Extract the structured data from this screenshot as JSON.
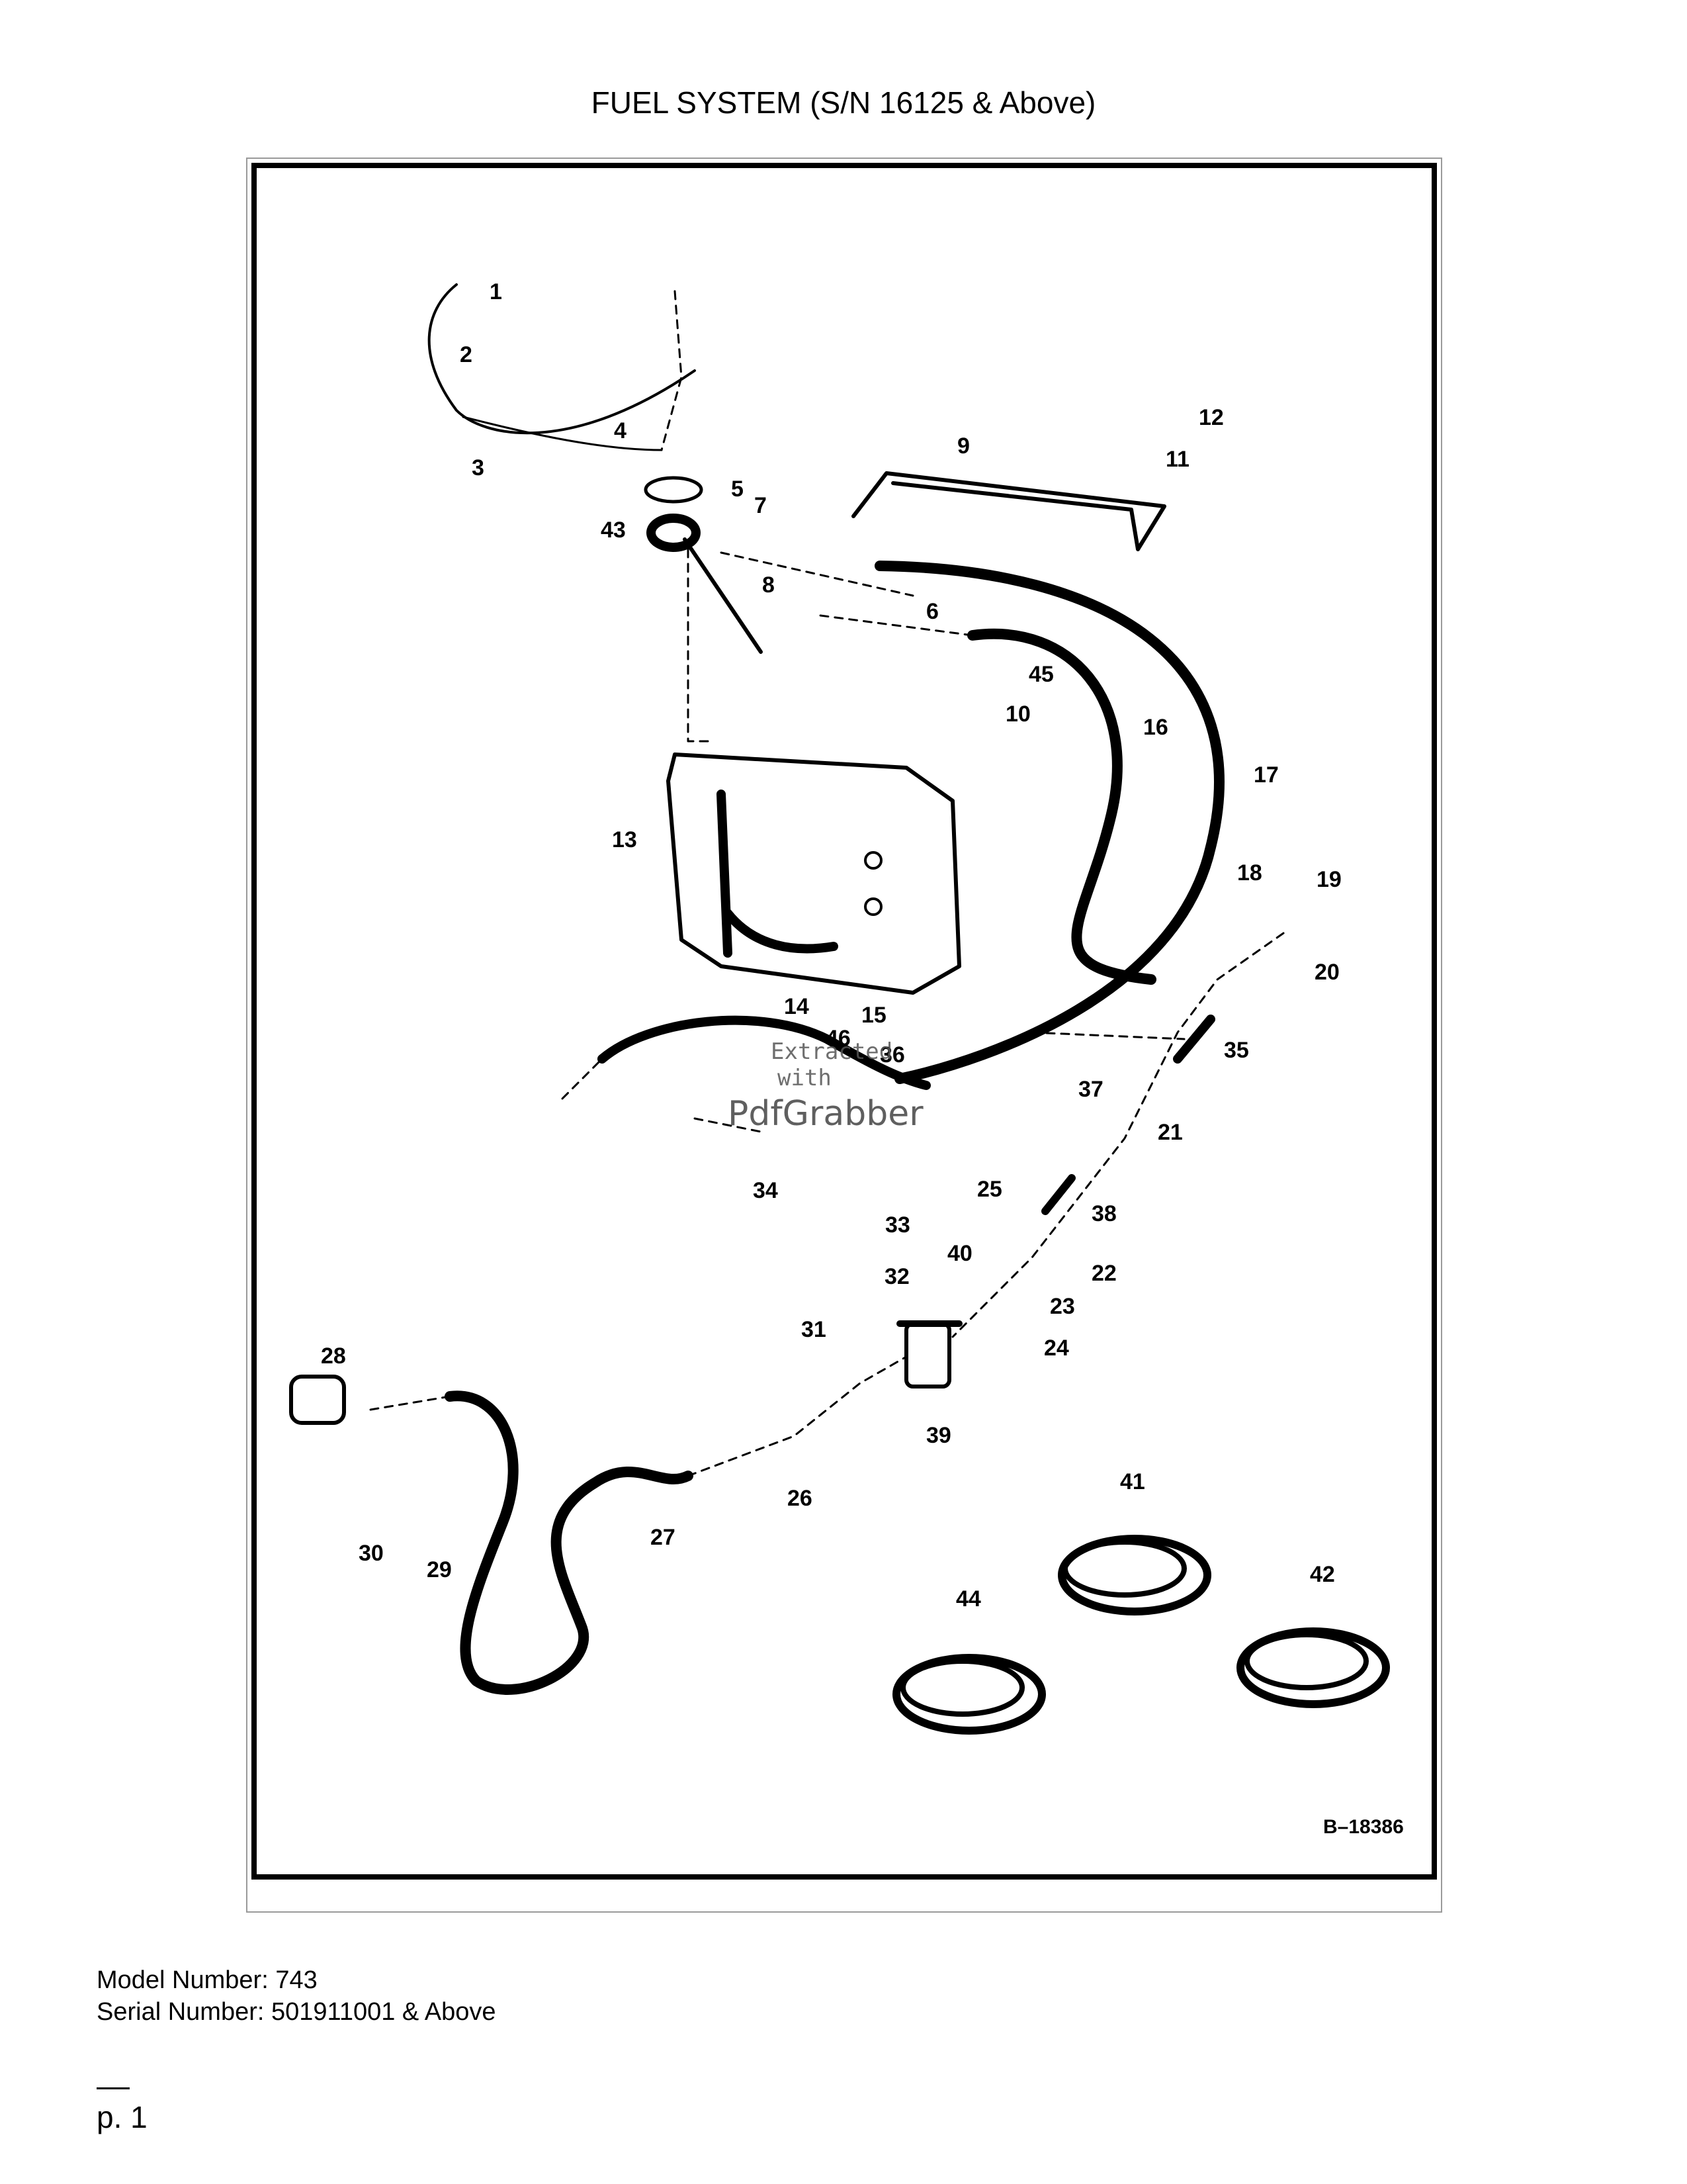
{
  "page": {
    "title": "FUEL SYSTEM (S/N 16125 & Above)",
    "model_number": "Model Number: 743",
    "serial_number": "Serial Number: 501911001 & Above",
    "page_number": "p. 1"
  },
  "diagram": {
    "reference_code": "B–18386",
    "watermark": {
      "line1": "Extracted",
      "line2": "with",
      "brand": "PdfGrabber"
    },
    "callouts": [
      "1",
      "2",
      "3",
      "4",
      "5",
      "7",
      "43",
      "8",
      "6",
      "9",
      "12",
      "11",
      "45",
      "10",
      "16",
      "17",
      "13",
      "18",
      "19",
      "20",
      "14",
      "46",
      "15",
      "36",
      "35",
      "37",
      "21",
      "34",
      "25",
      "38",
      "33",
      "40",
      "22",
      "32",
      "23",
      "31",
      "24",
      "39",
      "28",
      "26",
      "27",
      "30",
      "29",
      "41",
      "42",
      "44"
    ]
  }
}
